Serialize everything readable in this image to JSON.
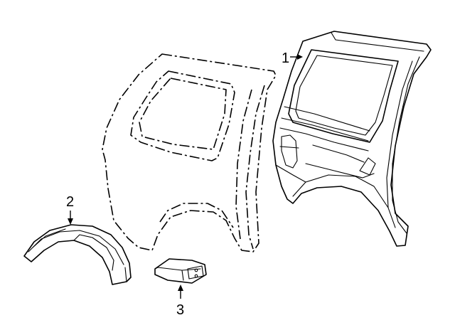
{
  "callouts": {
    "part1": "1",
    "part2": "2",
    "part3": "3"
  },
  "parts": [
    {
      "number": "1",
      "icon": "inner-quarter-panel-icon"
    },
    {
      "number": "2",
      "icon": "wheelhouse-liner-icon"
    },
    {
      "number": "3",
      "icon": "fuel-door-housing-icon"
    }
  ]
}
